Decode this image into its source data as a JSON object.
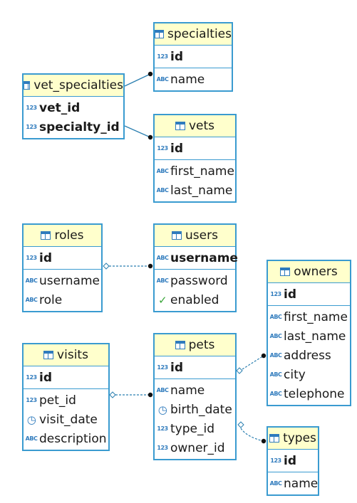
{
  "entities": {
    "specialties": {
      "name": "specialties",
      "pk": [
        {
          "type": "123",
          "label": "id"
        }
      ],
      "cols": [
        {
          "type": "ABC",
          "label": "name"
        }
      ]
    },
    "vet_specialties": {
      "name": "vet_specialties",
      "pk": [
        {
          "type": "123",
          "label": "vet_id"
        },
        {
          "type": "123",
          "label": "specialty_id"
        }
      ],
      "cols": []
    },
    "vets": {
      "name": "vets",
      "pk": [
        {
          "type": "123",
          "label": "id"
        }
      ],
      "cols": [
        {
          "type": "ABC",
          "label": "first_name"
        },
        {
          "type": "ABC",
          "label": "last_name"
        }
      ]
    },
    "roles": {
      "name": "roles",
      "pk": [
        {
          "type": "123",
          "label": "id"
        }
      ],
      "cols": [
        {
          "type": "ABC",
          "label": "username"
        },
        {
          "type": "ABC",
          "label": "role"
        }
      ]
    },
    "users": {
      "name": "users",
      "pk": [
        {
          "type": "ABC",
          "label": "username"
        }
      ],
      "cols": [
        {
          "type": "ABC",
          "label": "password"
        },
        {
          "type": "check",
          "label": "enabled"
        }
      ]
    },
    "owners": {
      "name": "owners",
      "pk": [
        {
          "type": "123",
          "label": "id"
        }
      ],
      "cols": [
        {
          "type": "ABC",
          "label": "first_name"
        },
        {
          "type": "ABC",
          "label": "last_name"
        },
        {
          "type": "ABC",
          "label": "address"
        },
        {
          "type": "ABC",
          "label": "city"
        },
        {
          "type": "ABC",
          "label": "telephone"
        }
      ]
    },
    "visits": {
      "name": "visits",
      "pk": [
        {
          "type": "123",
          "label": "id"
        }
      ],
      "cols": [
        {
          "type": "123",
          "label": "pet_id"
        },
        {
          "type": "clock",
          "label": "visit_date"
        },
        {
          "type": "ABC",
          "label": "description"
        }
      ]
    },
    "pets": {
      "name": "pets",
      "pk": [
        {
          "type": "123",
          "label": "id"
        }
      ],
      "cols": [
        {
          "type": "ABC",
          "label": "name"
        },
        {
          "type": "clock",
          "label": "birth_date"
        },
        {
          "type": "123",
          "label": "type_id"
        },
        {
          "type": "123",
          "label": "owner_id"
        }
      ]
    },
    "types": {
      "name": "types",
      "pk": [
        {
          "type": "123",
          "label": "id"
        }
      ],
      "cols": [
        {
          "type": "ABC",
          "label": "name"
        }
      ]
    }
  },
  "relationships": [
    {
      "from": "vet_specialties",
      "to": "specialties",
      "style": "solid"
    },
    {
      "from": "vet_specialties",
      "to": "vets",
      "style": "solid"
    },
    {
      "from": "roles",
      "to": "users",
      "style": "dashed"
    },
    {
      "from": "visits",
      "to": "pets",
      "style": "dashed"
    },
    {
      "from": "pets",
      "to": "owners",
      "style": "dashed"
    },
    {
      "from": "pets",
      "to": "types",
      "style": "dashed"
    }
  ],
  "colors": {
    "border": "#3a9bd0",
    "header_bg": "#ffffcc",
    "line": "#2b7fb0",
    "type_icon": "#2f7bbd",
    "check": "#3aa63a"
  }
}
